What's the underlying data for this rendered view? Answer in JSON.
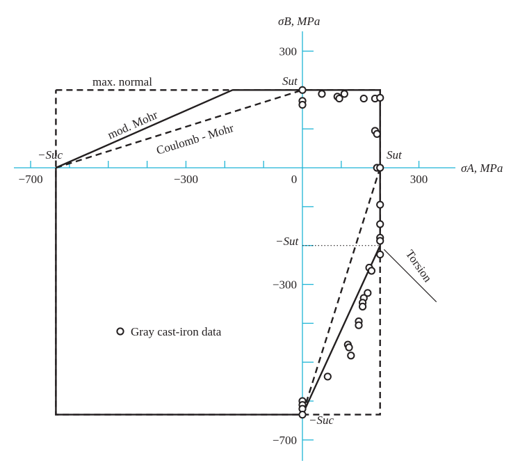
{
  "chart_data": {
    "type": "scatter",
    "x_axis_label": "σA, MPa",
    "y_axis_label": "σB, MPa",
    "xlim": [
      -760,
      380
    ],
    "ylim": [
      -760,
      380
    ],
    "x_ticks": [
      -700,
      -600,
      -500,
      -400,
      -300,
      -200,
      -100,
      0,
      100,
      200,
      300
    ],
    "y_ticks": [
      -700,
      -600,
      -500,
      -400,
      -300,
      -200,
      -100,
      0,
      100,
      200,
      300
    ],
    "x_tick_labels": [
      {
        "value": -700,
        "label": "−700"
      },
      {
        "value": -300,
        "label": "−300"
      },
      {
        "value": 0,
        "label": "0"
      },
      {
        "value": 300,
        "label": "300"
      }
    ],
    "y_tick_labels": [
      {
        "value": 300,
        "label": "300"
      },
      {
        "value": -300,
        "label": "−300"
      },
      {
        "value": -700,
        "label": "−700"
      }
    ],
    "Sut": 200,
    "Suc": -635,
    "annotations": {
      "sut_top": "Sut",
      "sut_right": "Sut",
      "neg_sut": "−Sut",
      "neg_suc_left": "−Suc",
      "neg_suc_bottom": "−Suc",
      "max_normal": "max. normal",
      "mod_mohr": "mod. Mohr",
      "coulomb_mohr": "Coulomb - Mohr",
      "torsion": "Torsion",
      "legend": "Gray cast-iron data"
    },
    "series": [
      {
        "name": "Gray cast-iron data",
        "points": [
          [
            0,
            200
          ],
          [
            0,
            172
          ],
          [
            0,
            162
          ],
          [
            50,
            190
          ],
          [
            90,
            183
          ],
          [
            95,
            178
          ],
          [
            108,
            190
          ],
          [
            158,
            178
          ],
          [
            187,
            178
          ],
          [
            200,
            180
          ],
          [
            187,
            95
          ],
          [
            192,
            87
          ],
          [
            192,
            0
          ],
          [
            200,
            0
          ],
          [
            200,
            -95
          ],
          [
            200,
            -145
          ],
          [
            200,
            -180
          ],
          [
            200,
            -188
          ],
          [
            200,
            -223
          ],
          [
            172,
            -257
          ],
          [
            178,
            -265
          ],
          [
            168,
            -322
          ],
          [
            158,
            -335
          ],
          [
            155,
            -347
          ],
          [
            155,
            -357
          ],
          [
            145,
            -395
          ],
          [
            145,
            -405
          ],
          [
            117,
            -455
          ],
          [
            120,
            -462
          ],
          [
            125,
            -483
          ],
          [
            65,
            -537
          ],
          [
            0,
            -600
          ],
          [
            0,
            -610
          ],
          [
            0,
            -620
          ],
          [
            0,
            -635
          ]
        ]
      }
    ],
    "boundaries": [
      {
        "name": "max. normal",
        "style": "dashed",
        "points": [
          [
            -635,
            200
          ],
          [
            200,
            200
          ],
          [
            200,
            -635
          ],
          [
            -635,
            -635
          ],
          [
            -635,
            200
          ]
        ]
      },
      {
        "name": "mod. Mohr",
        "style": "solid",
        "points": [
          [
            -635,
            0
          ],
          [
            -180,
            200
          ],
          [
            200,
            200
          ],
          [
            200,
            -200
          ],
          [
            0,
            -635
          ],
          [
            -635,
            -635
          ],
          [
            -635,
            0
          ]
        ]
      },
      {
        "name": "Coulomb - Mohr",
        "style": "dashed",
        "points": [
          [
            -635,
            0
          ],
          [
            0,
            200
          ]
        ]
      },
      {
        "name": "Coulomb - Mohr",
        "style": "dashed",
        "points": [
          [
            200,
            0
          ],
          [
            0,
            -635
          ]
        ]
      },
      {
        "name": "Sut reference",
        "style": "dotted",
        "points": [
          [
            0,
            -200
          ],
          [
            200,
            -200
          ]
        ]
      },
      {
        "name": "Torsion",
        "style": "solid",
        "points": [
          [
            210,
            -210
          ],
          [
            345,
            -345
          ]
        ]
      }
    ],
    "colors": {
      "axis": "#1fb5d6",
      "line": "#231f20",
      "marker_fill": "#ffffff",
      "marker_stroke": "#231f20"
    }
  }
}
